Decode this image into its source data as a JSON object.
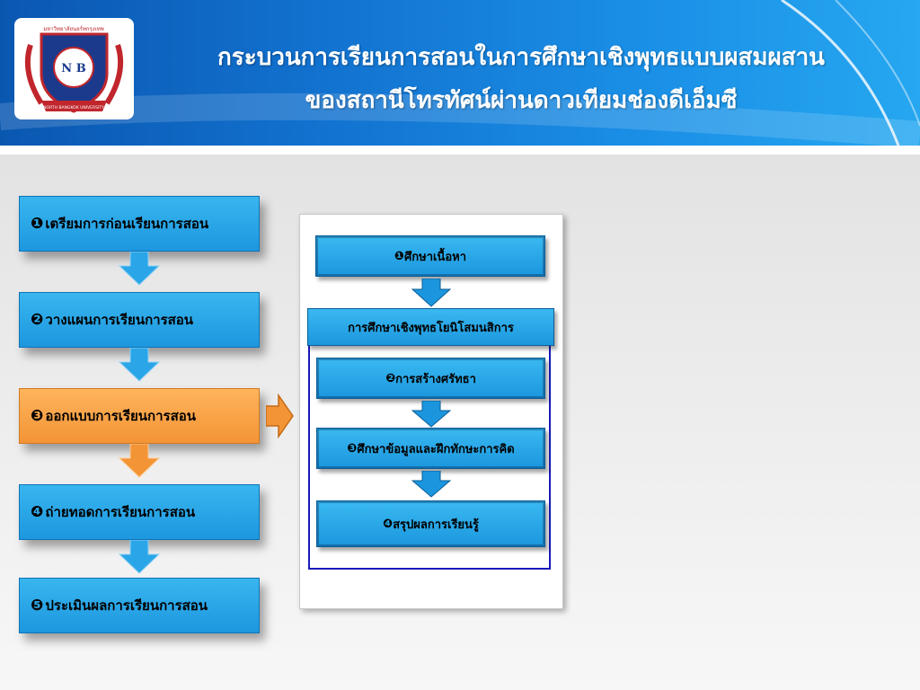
{
  "header": {
    "title_line1": "กระบวนการเรียนการสอนในการศึกษาเชิงพุทธแบบผสมผสาน",
    "title_line2": "ของสถานีโทรทัศน์ผ่านดาวเทียมช่องดีเอ็มซี",
    "logo": {
      "top_text": "มหาวิทยาลัยนอร์ทกรุงเทพ",
      "bottom_text": "NORTH BANGKOK UNIVERSITY",
      "monogram": "N B"
    }
  },
  "steps": [
    {
      "num": "❶",
      "label": "เตรียมการก่อนเรียนการสอน"
    },
    {
      "num": "❷",
      "label": "วางแผนการเรียนการสอน"
    },
    {
      "num": "❸",
      "label": "ออกแบบการเรียนการสอน"
    },
    {
      "num": "❹",
      "label": "ถ่ายทอดการเรียนการสอน"
    },
    {
      "num": "❺",
      "label": "ประเมินผลการเรียนการสอน"
    }
  ],
  "detail": {
    "box1": {
      "num": "❶",
      "label": "ศึกษาเนื้อหา"
    },
    "ribbon": "การศึกษาเชิงพุทธโยนิโสมนสิการ",
    "box2": {
      "num": "❷",
      "label": "การสร้างศรัทธา"
    },
    "box3": {
      "num": "❸",
      "label": "ศึกษาข้อมูลและฝึกทักษะการคิด"
    },
    "box4": {
      "num": "❹",
      "label": "สรุปผลการเรียนรู้"
    }
  },
  "colors": {
    "blue_box": "#1d97df",
    "active_box": "#f39436",
    "header": "#1272cf",
    "frame": "#1a1ab8"
  }
}
